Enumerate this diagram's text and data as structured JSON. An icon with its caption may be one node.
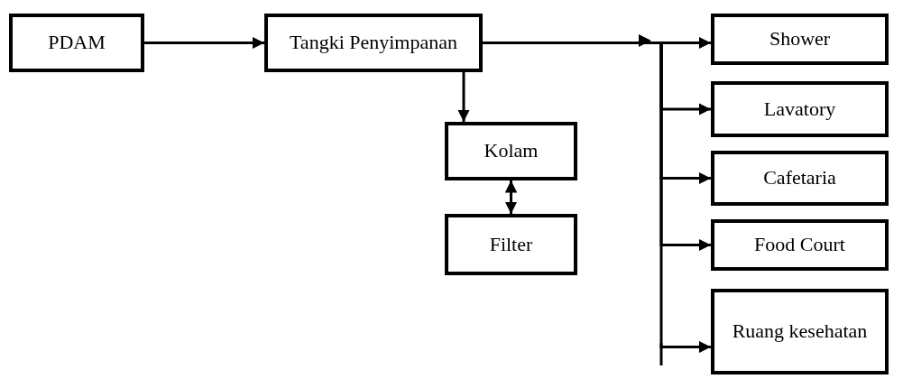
{
  "diagram": {
    "nodes": [
      {
        "text": [
          "PDAM"
        ]
      },
      {
        "text": [
          "Tangki Penyimpanan"
        ]
      },
      {
        "text": [
          "Kolam"
        ]
      },
      {
        "text": [
          "Filter"
        ]
      },
      {
        "text": [
          "Shower"
        ]
      },
      {
        "text": [
          "Lavatory"
        ]
      },
      {
        "text": [
          "Cafetaria"
        ]
      },
      {
        "text": [
          "Food Court"
        ]
      },
      {
        "text": [
          "Ruang kesehatan"
        ]
      }
    ],
    "edges": [
      {
        "from": 0,
        "to": 1,
        "arrow": "to"
      },
      {
        "from": 1,
        "to": 2,
        "arrow": "to"
      },
      {
        "from": 2,
        "to": 3,
        "arrow": "both"
      },
      {
        "from": 1,
        "to": 4,
        "arrow": "to"
      },
      {
        "from": 1,
        "to": 5,
        "arrow": "to"
      },
      {
        "from": 1,
        "to": 6,
        "arrow": "to"
      },
      {
        "from": 1,
        "to": 7,
        "arrow": "to"
      },
      {
        "from": 1,
        "to": 8,
        "arrow": "to"
      }
    ]
  }
}
